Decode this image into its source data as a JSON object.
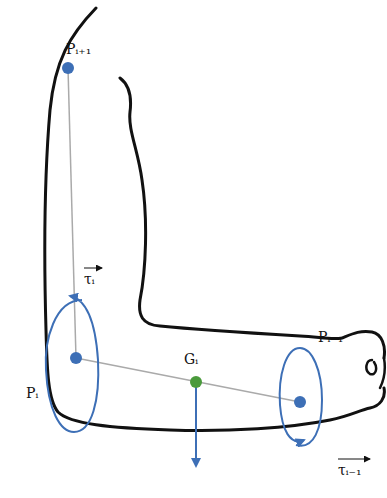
{
  "diagram": {
    "labels": [
      "Pᵢ₊₁",
      "τᵢ",
      "Pᵢ",
      "Gᵢ",
      "Pᵢ₋₁",
      "τᵢ₋₁"
    ]
  }
}
